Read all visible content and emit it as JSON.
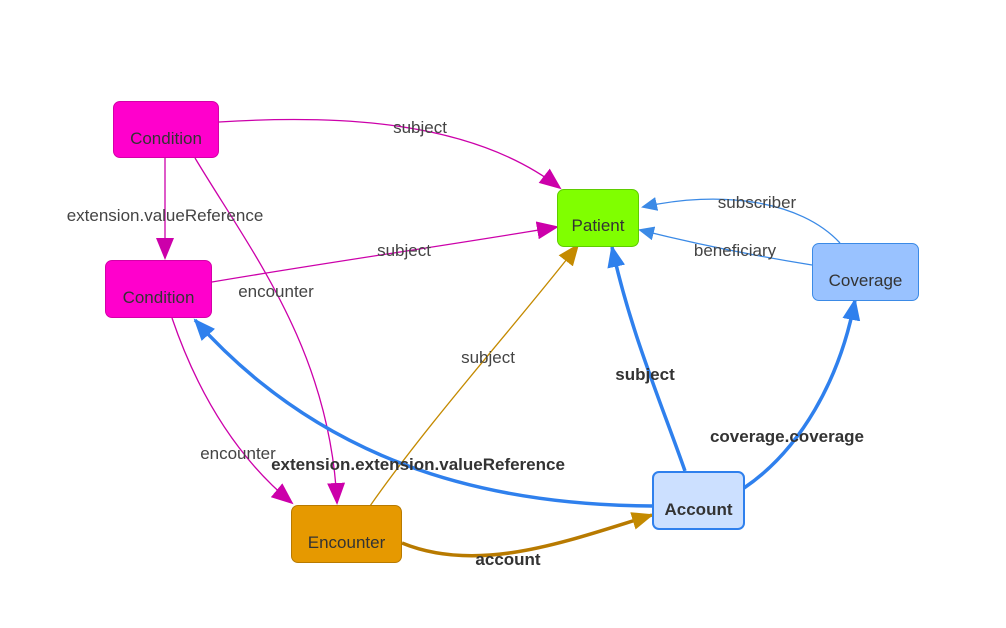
{
  "nodes": {
    "condition_top": {
      "label": "Condition",
      "fill": "#ff00cc",
      "stroke": "#d400a8"
    },
    "condition_mid": {
      "label": "Condition",
      "fill": "#ff00cc",
      "stroke": "#d400a8"
    },
    "patient": {
      "label": "Patient",
      "fill": "#80ff00",
      "stroke": "#5fcc00"
    },
    "coverage": {
      "label": "Coverage",
      "fill": "#99c2ff",
      "stroke": "#3b8ae6"
    },
    "account": {
      "label": "Account",
      "fill": "#cce0ff",
      "stroke": "#2f80ed"
    },
    "encounter": {
      "label": "Encounter",
      "fill": "#e69900",
      "stroke": "#b87a00"
    }
  },
  "edges": {
    "ct_patient_subject": "subject",
    "ct_cm_extension": "extension.valueReference",
    "ct_encounter": "encounter",
    "cm_patient_subject": "subject",
    "cm_encounter": "encounter",
    "encounter_patient_subject": "subject",
    "account_patient_subject": "subject",
    "account_condition_ext": "extension.extension.valueReference",
    "account_coverage": "coverage.coverage",
    "encounter_account": "account",
    "coverage_subscriber": "subscriber",
    "coverage_beneficiary": "beneficiary"
  },
  "colors": {
    "condition_edge": "#cc00aa",
    "encounter_edge": "#c48a00",
    "account_edge": "#2f80ed",
    "coverage_edge": "#5b9ef0"
  }
}
